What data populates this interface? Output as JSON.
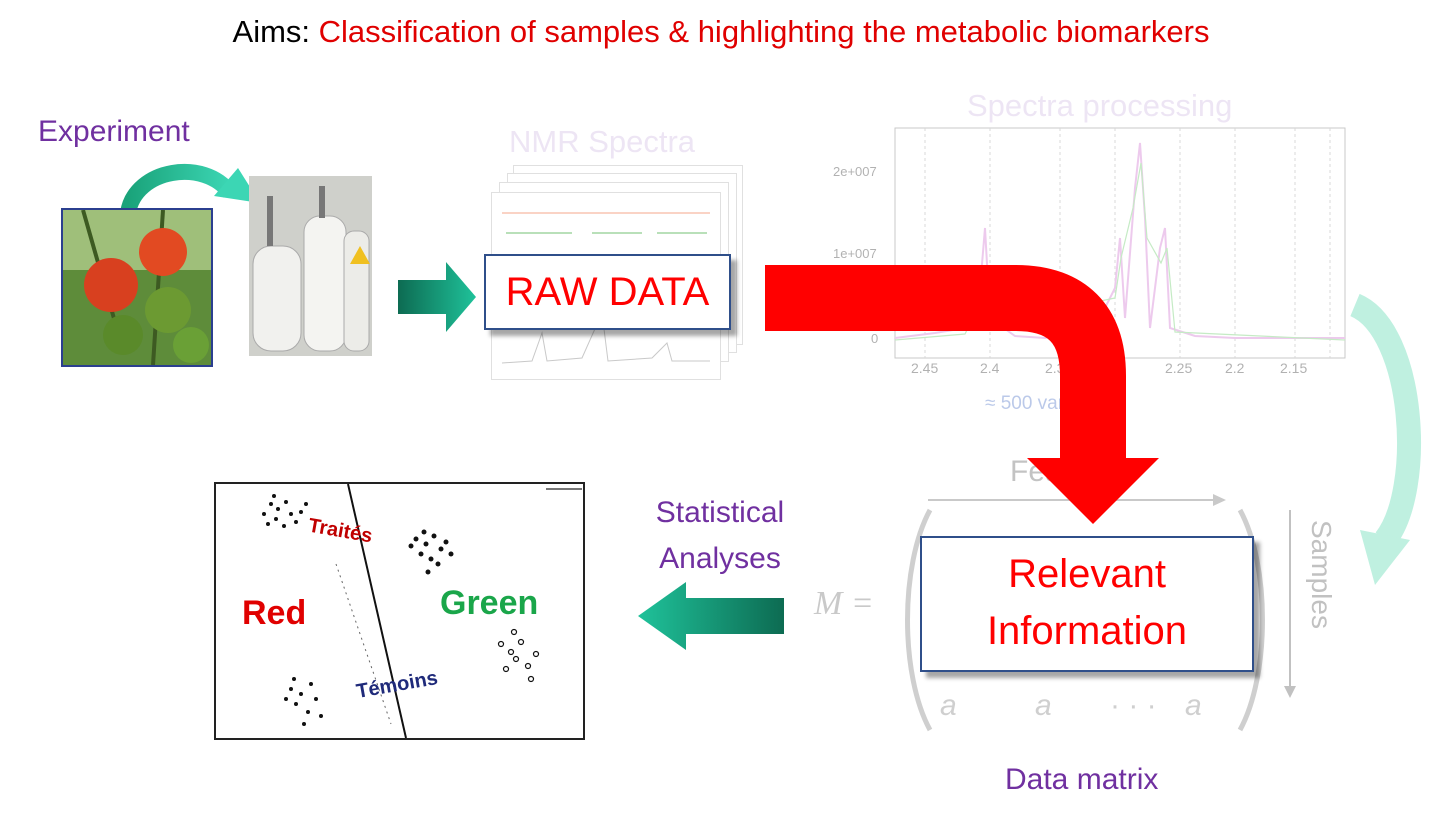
{
  "title": {
    "prefix": "Aims:",
    "aim": "Classification of samples & highlighting the metabolic biomarkers"
  },
  "experiment": {
    "label": "Experiment"
  },
  "nmr": {
    "label": "NMR Spectra",
    "raw_data": "RAW DATA"
  },
  "processing": {
    "label": "Spectra processing",
    "y_ticks": [
      "2e+007",
      "1e+007",
      "0"
    ],
    "x_ticks": [
      "2.45",
      "2.4",
      "2.3",
      "2.25",
      "2.2",
      "2.15"
    ],
    "variables_note": "≈ 500 variables"
  },
  "matrix": {
    "label": "Data matrix",
    "features_label": "Features",
    "samples_label": "Samples",
    "m_equals": "M =",
    "relevant_info_line1": "Relevant",
    "relevant_info_line2": "Information"
  },
  "statistics": {
    "line1": "Statistical",
    "line2": "Analyses"
  },
  "scores_plot": {
    "label_traites": "Traités",
    "label_temoins": "Témoins",
    "label_red": "Red",
    "label_green": "Green"
  },
  "colors": {
    "aim_red": "#e00000",
    "purple": "#7030a0",
    "arrow_red": "#ff0000",
    "teal_arrow": "#0f8c6e"
  }
}
